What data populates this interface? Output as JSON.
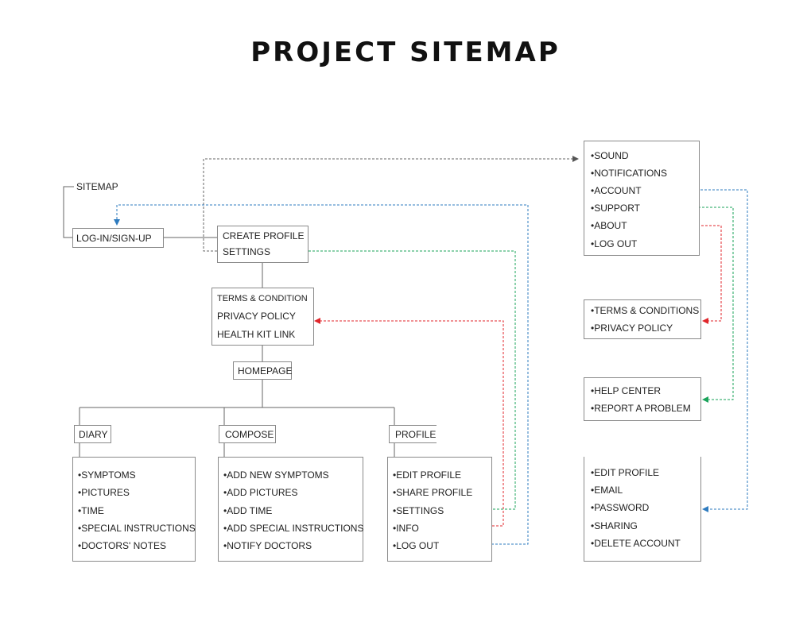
{
  "title": "PROJECT SITEMAP",
  "sitemap_label": "SITEMAP",
  "login": "LOG-IN/SIGN-UP",
  "profile_box": [
    "CREATE PROFILE",
    "SETTINGS"
  ],
  "terms_box": [
    "TERMS & CONDITION",
    "PRIVACY POLICY",
    "HEALTH KIT LINK"
  ],
  "homepage": "HOMEPAGE",
  "sections": {
    "diary": {
      "label": "DIARY",
      "items": [
        "SYMPTOMS",
        "PICTURES",
        "TIME",
        "SPECIAL INSTRUCTIONS",
        "DOCTORS' NOTES"
      ]
    },
    "compose": {
      "label": "COMPOSE",
      "items": [
        "ADD NEW SYMPTOMS",
        "ADD PICTURES",
        "ADD TIME",
        "ADD SPECIAL INSTRUCTIONS",
        "NOTIFY DOCTORS"
      ]
    },
    "profile": {
      "label": "PROFILE",
      "items": [
        "EDIT PROFILE",
        "SHARE PROFILE",
        "SETTINGS",
        "INFO",
        "LOG OUT"
      ]
    }
  },
  "settings_panel": [
    "SOUND",
    "NOTIFICATIONS",
    "ACCOUNT",
    "SUPPORT",
    "ABOUT",
    "LOG OUT"
  ],
  "about_panel": [
    "TERMS & CONDITIONS",
    "PRIVACY POLICY"
  ],
  "support_panel": [
    "HELP CENTER",
    "REPORT A PROBLEM"
  ],
  "account_panel": [
    "EDIT PROFILE",
    "EMAIL",
    "PASSWORD",
    "SHARING",
    "DELETE ACCOUNT"
  ],
  "colors": {
    "blue": "#2e7bbf",
    "green": "#1aa35a",
    "red": "#e0262b",
    "gray": "#666666"
  }
}
